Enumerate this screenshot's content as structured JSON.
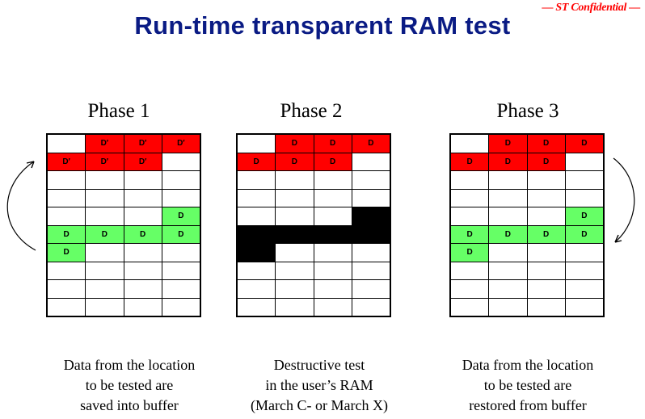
{
  "confidential_label": "— ST Confidential —",
  "title": "Run-time transparent RAM test",
  "phases": [
    {
      "label": "Phase 1",
      "caption": [
        "Data from the location",
        "to be tested are",
        "saved into buffer"
      ],
      "rows": [
        [
          {
            "c": "white",
            "t": ""
          },
          {
            "c": "red",
            "t": "D′"
          },
          {
            "c": "red",
            "t": "D′"
          },
          {
            "c": "red",
            "t": "D′"
          }
        ],
        [
          {
            "c": "red",
            "t": "D′"
          },
          {
            "c": "red",
            "t": "D′"
          },
          {
            "c": "red",
            "t": "D′"
          },
          {
            "c": "white",
            "t": ""
          }
        ],
        [
          {
            "c": "white",
            "t": ""
          },
          {
            "c": "white",
            "t": ""
          },
          {
            "c": "white",
            "t": ""
          },
          {
            "c": "white",
            "t": ""
          }
        ],
        [
          {
            "c": "white",
            "t": ""
          },
          {
            "c": "white",
            "t": ""
          },
          {
            "c": "white",
            "t": ""
          },
          {
            "c": "white",
            "t": ""
          }
        ],
        [
          {
            "c": "white",
            "t": ""
          },
          {
            "c": "white",
            "t": ""
          },
          {
            "c": "white",
            "t": ""
          },
          {
            "c": "green",
            "t": "D"
          }
        ],
        [
          {
            "c": "green",
            "t": "D"
          },
          {
            "c": "green",
            "t": "D"
          },
          {
            "c": "green",
            "t": "D"
          },
          {
            "c": "green",
            "t": "D"
          }
        ],
        [
          {
            "c": "green",
            "t": "D"
          },
          {
            "c": "white",
            "t": ""
          },
          {
            "c": "white",
            "t": ""
          },
          {
            "c": "white",
            "t": ""
          }
        ],
        [
          {
            "c": "white",
            "t": ""
          },
          {
            "c": "white",
            "t": ""
          },
          {
            "c": "white",
            "t": ""
          },
          {
            "c": "white",
            "t": ""
          }
        ],
        [
          {
            "c": "white",
            "t": ""
          },
          {
            "c": "white",
            "t": ""
          },
          {
            "c": "white",
            "t": ""
          },
          {
            "c": "white",
            "t": ""
          }
        ],
        [
          {
            "c": "white",
            "t": ""
          },
          {
            "c": "white",
            "t": ""
          },
          {
            "c": "white",
            "t": ""
          },
          {
            "c": "white",
            "t": ""
          }
        ]
      ]
    },
    {
      "label": "Phase 2",
      "caption": [
        "Destructive test",
        "in the user’s RAM",
        "(March C- or March X)"
      ],
      "rows": [
        [
          {
            "c": "white",
            "t": ""
          },
          {
            "c": "red",
            "t": "D"
          },
          {
            "c": "red",
            "t": "D"
          },
          {
            "c": "red",
            "t": "D"
          }
        ],
        [
          {
            "c": "red",
            "t": "D"
          },
          {
            "c": "red",
            "t": "D"
          },
          {
            "c": "red",
            "t": "D"
          },
          {
            "c": "white",
            "t": ""
          }
        ],
        [
          {
            "c": "white",
            "t": ""
          },
          {
            "c": "white",
            "t": ""
          },
          {
            "c": "white",
            "t": ""
          },
          {
            "c": "white",
            "t": ""
          }
        ],
        [
          {
            "c": "white",
            "t": ""
          },
          {
            "c": "white",
            "t": ""
          },
          {
            "c": "white",
            "t": ""
          },
          {
            "c": "white",
            "t": ""
          }
        ],
        [
          {
            "c": "white",
            "t": ""
          },
          {
            "c": "white",
            "t": ""
          },
          {
            "c": "white",
            "t": ""
          },
          {
            "c": "black",
            "t": ""
          }
        ],
        [
          {
            "c": "black",
            "t": ""
          },
          {
            "c": "black",
            "t": ""
          },
          {
            "c": "black",
            "t": ""
          },
          {
            "c": "black",
            "t": ""
          }
        ],
        [
          {
            "c": "black",
            "t": ""
          },
          {
            "c": "white",
            "t": ""
          },
          {
            "c": "white",
            "t": ""
          },
          {
            "c": "white",
            "t": ""
          }
        ],
        [
          {
            "c": "white",
            "t": ""
          },
          {
            "c": "white",
            "t": ""
          },
          {
            "c": "white",
            "t": ""
          },
          {
            "c": "white",
            "t": ""
          }
        ],
        [
          {
            "c": "white",
            "t": ""
          },
          {
            "c": "white",
            "t": ""
          },
          {
            "c": "white",
            "t": ""
          },
          {
            "c": "white",
            "t": ""
          }
        ],
        [
          {
            "c": "white",
            "t": ""
          },
          {
            "c": "white",
            "t": ""
          },
          {
            "c": "white",
            "t": ""
          },
          {
            "c": "white",
            "t": ""
          }
        ]
      ]
    },
    {
      "label": "Phase 3",
      "caption": [
        "Data from the location",
        "to be tested are",
        "restored from buffer"
      ],
      "rows": [
        [
          {
            "c": "white",
            "t": ""
          },
          {
            "c": "red",
            "t": "D"
          },
          {
            "c": "red",
            "t": "D"
          },
          {
            "c": "red",
            "t": "D"
          }
        ],
        [
          {
            "c": "red",
            "t": "D"
          },
          {
            "c": "red",
            "t": "D"
          },
          {
            "c": "red",
            "t": "D"
          },
          {
            "c": "white",
            "t": ""
          }
        ],
        [
          {
            "c": "white",
            "t": ""
          },
          {
            "c": "white",
            "t": ""
          },
          {
            "c": "white",
            "t": ""
          },
          {
            "c": "white",
            "t": ""
          }
        ],
        [
          {
            "c": "white",
            "t": ""
          },
          {
            "c": "white",
            "t": ""
          },
          {
            "c": "white",
            "t": ""
          },
          {
            "c": "white",
            "t": ""
          }
        ],
        [
          {
            "c": "white",
            "t": ""
          },
          {
            "c": "white",
            "t": ""
          },
          {
            "c": "white",
            "t": ""
          },
          {
            "c": "green",
            "t": "D"
          }
        ],
        [
          {
            "c": "green",
            "t": "D"
          },
          {
            "c": "green",
            "t": "D"
          },
          {
            "c": "green",
            "t": "D"
          },
          {
            "c": "green",
            "t": "D"
          }
        ],
        [
          {
            "c": "green",
            "t": "D"
          },
          {
            "c": "white",
            "t": ""
          },
          {
            "c": "white",
            "t": ""
          },
          {
            "c": "white",
            "t": ""
          }
        ],
        [
          {
            "c": "white",
            "t": ""
          },
          {
            "c": "white",
            "t": ""
          },
          {
            "c": "white",
            "t": ""
          },
          {
            "c": "white",
            "t": ""
          }
        ],
        [
          {
            "c": "white",
            "t": ""
          },
          {
            "c": "white",
            "t": ""
          },
          {
            "c": "white",
            "t": ""
          },
          {
            "c": "white",
            "t": ""
          }
        ],
        [
          {
            "c": "white",
            "t": ""
          },
          {
            "c": "white",
            "t": ""
          },
          {
            "c": "white",
            "t": ""
          },
          {
            "c": "white",
            "t": ""
          }
        ]
      ]
    }
  ],
  "colors": {
    "red": "#ff0000",
    "green": "#66ff66",
    "black": "#000000",
    "title": "#0a1b84",
    "confidential": "#ff0000"
  },
  "icons": {
    "left_arrow": "curved-arrow-up-icon",
    "right_arrow": "curved-arrow-down-icon"
  }
}
